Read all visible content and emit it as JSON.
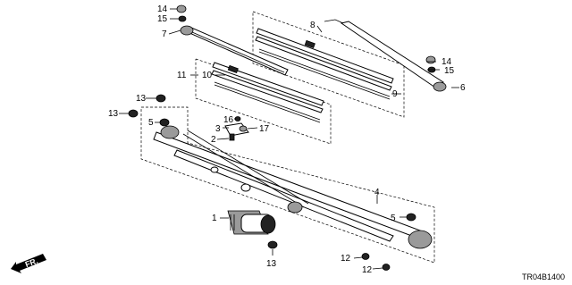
{
  "callouts": {
    "n1": "1",
    "n2": "2",
    "n3": "3",
    "n4": "4",
    "n5a": "5",
    "n5b": "5",
    "n6": "6",
    "n7": "7",
    "n8": "8",
    "n9": "9",
    "n10": "10",
    "n11": "11",
    "n12a": "12",
    "n12b": "12",
    "n13a": "13",
    "n13b": "13",
    "n13c": "13",
    "n14a": "14",
    "n14b": "14",
    "n15a": "15",
    "n15b": "15",
    "n16": "16",
    "n17": "17"
  },
  "front_arrow_label": "FR.",
  "diagram_code": "TR04B1400"
}
